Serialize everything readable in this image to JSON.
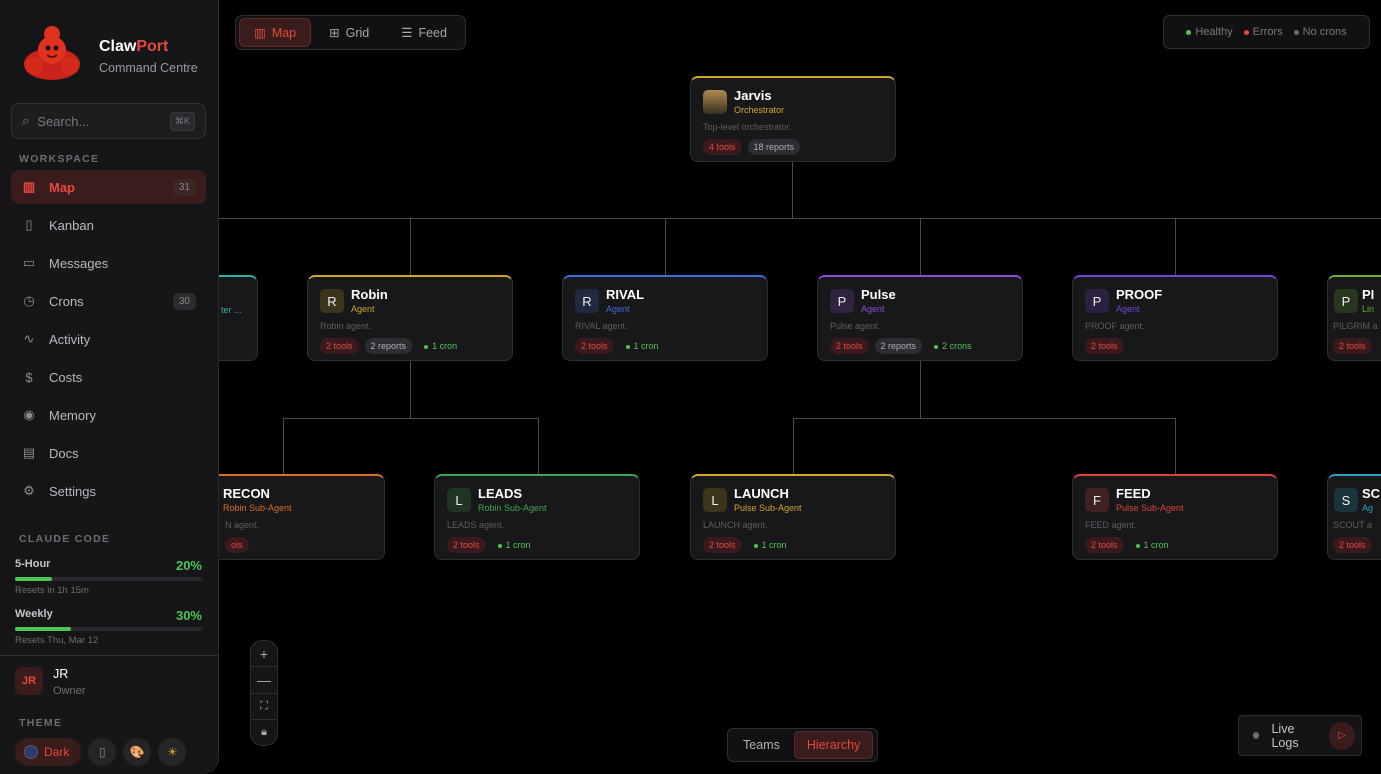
{
  "sidebar": {
    "brand_a": "Claw",
    "brand_b": "Port",
    "subtitle": "Command Centre",
    "search": {
      "placeholder": "Search...",
      "shortcut": "⌘K"
    },
    "workspace_label": "WORKSPACE",
    "items": [
      {
        "label": "Map",
        "icon": "map-icon",
        "glyph": "▥",
        "badge": "31",
        "active": true
      },
      {
        "label": "Kanban",
        "icon": "kanban-icon",
        "glyph": "▯",
        "badge": ""
      },
      {
        "label": "Messages",
        "icon": "messages-icon",
        "glyph": "▭",
        "badge": ""
      },
      {
        "label": "Crons",
        "icon": "clock-icon",
        "glyph": "◷",
        "badge": "30"
      },
      {
        "label": "Activity",
        "icon": "activity-icon",
        "glyph": "∿",
        "badge": ""
      },
      {
        "label": "Costs",
        "icon": "dollar-icon",
        "glyph": "$",
        "badge": ""
      },
      {
        "label": "Memory",
        "icon": "memory-icon",
        "glyph": "◉",
        "badge": ""
      },
      {
        "label": "Docs",
        "icon": "book-icon",
        "glyph": "▤",
        "badge": ""
      },
      {
        "label": "Settings",
        "icon": "gear-icon",
        "glyph": "⚙",
        "badge": ""
      }
    ],
    "claude_label": "CLAUDE CODE",
    "usage": [
      {
        "label": "5-Hour",
        "percent": "20%",
        "value": 20,
        "reset": "Resets in 1h 15m"
      },
      {
        "label": "Weekly",
        "percent": "30%",
        "value": 30,
        "reset": "Resets Thu, Mar 12"
      }
    ],
    "user": {
      "initials": "JR",
      "name": "JR",
      "role": "Owner"
    },
    "theme_label": "THEME",
    "themes": [
      {
        "label": "Dark",
        "icon": "moon-icon",
        "active": true
      },
      {
        "label": "",
        "icon": "window-icon",
        "glyph": "▯"
      },
      {
        "label": "",
        "icon": "palette-icon",
        "glyph": "🎨"
      },
      {
        "label": "",
        "icon": "sun-icon",
        "glyph": "☀"
      }
    ]
  },
  "toolbar": {
    "views": [
      {
        "label": "Map",
        "icon": "map-icon",
        "glyph": "▥",
        "active": true
      },
      {
        "label": "Grid",
        "icon": "grid-icon",
        "glyph": "⊞"
      },
      {
        "label": "Feed",
        "icon": "list-icon",
        "glyph": "☰"
      }
    ]
  },
  "legend": [
    {
      "label": "Healthy",
      "color": "#4bc653"
    },
    {
      "label": "Errors",
      "color": "#e5483e"
    },
    {
      "label": "No crons",
      "color": "#6d6d73"
    }
  ],
  "accent": "#e5483e",
  "nodes": [
    {
      "name": "Jarvis",
      "role": "Orchestrator",
      "desc": "Top-level orchestrator.",
      "initial": "",
      "color": "#d4a62a",
      "tools": "4 tools",
      "reports": "18 reports",
      "crons": ""
    },
    {
      "name": "",
      "role": "ter ...",
      "desc": "",
      "initial": "",
      "color": "#2bb3a3",
      "tools": "",
      "reports": "",
      "crons": ""
    },
    {
      "name": "Robin",
      "role": "Agent",
      "desc": "Robin agent.",
      "initial": "R",
      "color": "#d4a62a",
      "tools": "2 tools",
      "reports": "2 reports",
      "crons": "1 cron"
    },
    {
      "name": "RIVAL",
      "role": "Agent",
      "desc": "RIVAL agent.",
      "initial": "R",
      "color": "#3b6fd8",
      "tools": "2 tools",
      "reports": "",
      "crons": "1 cron"
    },
    {
      "name": "Pulse",
      "role": "Agent",
      "desc": "Pulse agent.",
      "initial": "P",
      "color": "#8a4fd8",
      "tools": "2 tools",
      "reports": "2 reports",
      "crons": "2 crons"
    },
    {
      "name": "PROOF",
      "role": "Agent",
      "desc": "PROOF agent.",
      "initial": "P",
      "color": "#7048d8",
      "tools": "2 tools",
      "reports": "",
      "crons": ""
    },
    {
      "name": "PI",
      "role": "Lin",
      "desc": "PILGRIM a",
      "initial": "P",
      "color": "#6cb030",
      "tools": "2 tools",
      "reports": "",
      "crons": ""
    },
    {
      "name": "RECON",
      "role": "Robin Sub-Agent",
      "desc": "N agent.",
      "initial": "",
      "color": "#d8702a",
      "tools": "ols",
      "reports": "",
      "crons": ""
    },
    {
      "name": "LEADS",
      "role": "Robin Sub-Agent",
      "desc": "LEADS agent.",
      "initial": "L",
      "color": "#3fa650",
      "tools": "2 tools",
      "reports": "",
      "crons": "1 cron"
    },
    {
      "name": "LAUNCH",
      "role": "Pulse Sub-Agent",
      "desc": "LAUNCH agent.",
      "initial": "L",
      "color": "#d4a62a",
      "tools": "2 tools",
      "reports": "",
      "crons": "1 cron"
    },
    {
      "name": "FEED",
      "role": "Pulse Sub-Agent",
      "desc": "FEED agent.",
      "initial": "F",
      "color": "#d8453a",
      "tools": "2 tools",
      "reports": "",
      "crons": "1 cron"
    },
    {
      "name": "SC",
      "role": "Ag",
      "desc": "SCOUT a",
      "initial": "S",
      "color": "#2a9ec0",
      "tools": "2 tools",
      "reports": "",
      "crons": ""
    }
  ],
  "view_toggle": [
    {
      "label": "Teams"
    },
    {
      "label": "Hierarchy",
      "active": true
    }
  ],
  "live_logs": {
    "label": "Live Logs"
  }
}
